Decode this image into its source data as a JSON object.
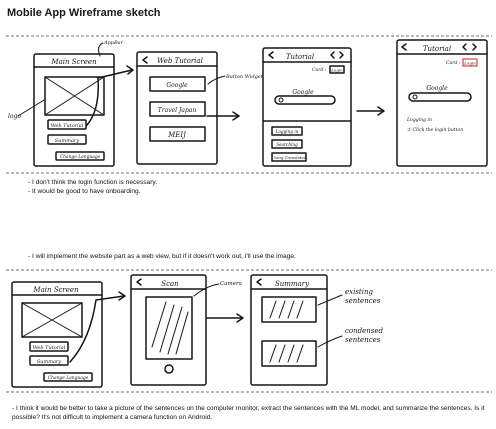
{
  "page": {
    "title": "Mobile App Wireframe sketch"
  },
  "notes": {
    "top": [
      "- I don't think the login function is necessary.",
      "- It would be good to have onboarding."
    ],
    "middle": "- I will implement the website part as a web view, but if it doesn't work out, I'll use the image.",
    "bottom": "- I think it would be better to take a picture of the sentences on the computer monitor, extract the sentences with the ML model, and summarize the sentences. Is it possible? It's not difficult to implement a camera function on Android."
  },
  "sketch1": {
    "main": {
      "title": "Main Screen",
      "btn1": "Web Tutorial",
      "btn2": "Summary",
      "lang": "Change Language",
      "logo": "logo",
      "appbar": "AppBar"
    },
    "web": {
      "title": "Web Tutorial",
      "items": [
        "Google",
        "Travel Japan",
        "MEIJ"
      ],
      "annotation": "Button Widget"
    },
    "tut1": {
      "title": "Tutorial",
      "card": "Card :",
      "login": "Login",
      "google": "Google",
      "items": [
        "Logging in",
        "Searching",
        "Using Translated"
      ]
    },
    "tut2": {
      "title": "Tutorial",
      "card": "Card :",
      "login": "Login",
      "google": "Google",
      "caption": "Logging in",
      "step": "① Click the login button"
    }
  },
  "sketch2": {
    "main": {
      "title": "Main Screen",
      "btn1": "Web Tutorial",
      "btn2": "Summary",
      "lang": "Change Language"
    },
    "scan": {
      "title": "Scan",
      "annotation": "Camera"
    },
    "summary": {
      "title": "Summary",
      "ann1": "existing sentences",
      "ann2": "condensed sentences"
    }
  }
}
